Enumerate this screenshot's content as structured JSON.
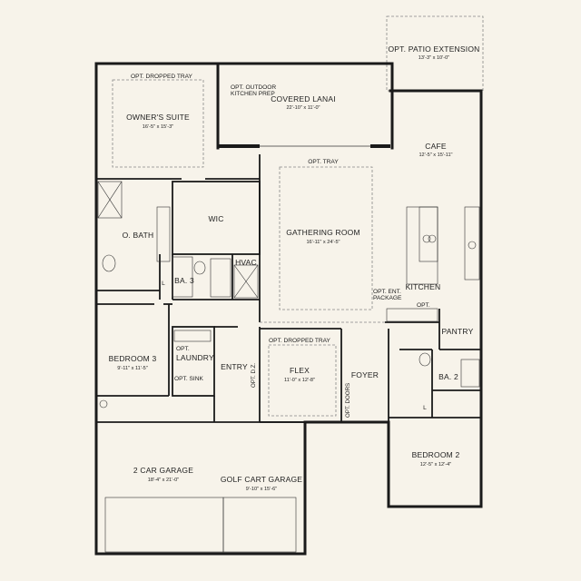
{
  "rooms": {
    "owners_suite": {
      "name": "OWNER'S SUITE",
      "dim": "16'-5\" x 15'-3\""
    },
    "owners_tray": "OPT. DROPPED TRAY",
    "covered_lanai": {
      "name": "COVERED LANAI",
      "dim": "22'-10\" x 11'-0\""
    },
    "outdoor_kitchen": {
      "line1": "OPT. OUTDOOR",
      "line2": "KITCHEN PREP"
    },
    "patio_ext": {
      "name": "OPT. PATIO EXTENSION",
      "dim": "13'-3\" x 10'-0\""
    },
    "cafe": {
      "name": "CAFE",
      "dim": "12'-5\" x 15'-11\""
    },
    "gathering_tray": "OPT. TRAY",
    "gathering_room": {
      "name": "GATHERING ROOM",
      "dim": "16'-11\" x 24'-5\""
    },
    "wic": "WIC",
    "o_bath": "O. BATH",
    "hvac": "HVAC",
    "ba3": "BA. 3",
    "l_owner": "L",
    "kitchen": "KITCHEN",
    "opt_ent_pkg": {
      "line1": "OPT. ENT.",
      "line2": "PACKAGE"
    },
    "kitchen_opt": "OPT.",
    "pantry": "PANTRY",
    "bedroom3": {
      "name": "BEDROOM 3",
      "dim": "9'-11\" x 11'-5\""
    },
    "opt_laundry": "OPT.",
    "laundry": "LAUNDRY",
    "opt_sink": "OPT. SINK",
    "entry": "ENTRY",
    "opt_dz": "OPT. D.Z.",
    "flex_tray": "OPT. DROPPED TRAY",
    "flex": {
      "name": "FLEX",
      "dim": "11'-0\" x 12'-8\""
    },
    "opt_doors": "OPT. DOORS",
    "foyer": "FOYER",
    "ba2": "BA. 2",
    "l_bed2": "L",
    "bedroom2": {
      "name": "BEDROOM 2",
      "dim": "12'-5\" x 12'-4\""
    },
    "garage": {
      "name": "2 CAR GARAGE",
      "dim": "18'-4\" x 21'-0\""
    },
    "golf_cart": {
      "name": "GOLF CART GARAGE",
      "dim": "9'-10\" x 15'-6\""
    }
  }
}
